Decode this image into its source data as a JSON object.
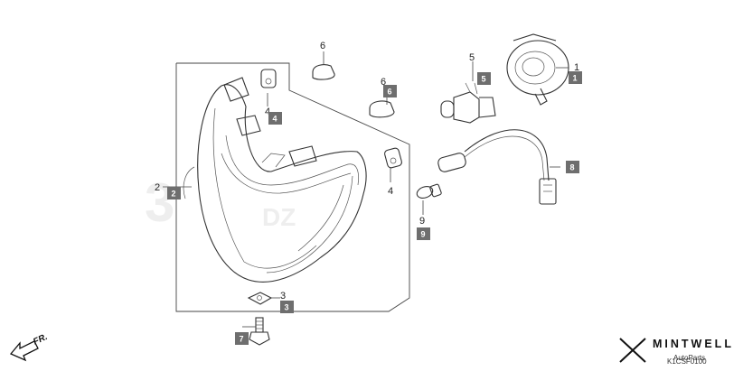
{
  "callouts": [
    {
      "num": "1",
      "badge": "1"
    },
    {
      "num": "2",
      "badge": "2"
    },
    {
      "num": "3",
      "badge": "3"
    },
    {
      "num": "4",
      "badge": "4"
    },
    {
      "num": "4",
      "badge": ""
    },
    {
      "num": "5",
      "badge": "5"
    },
    {
      "num": "6",
      "badge": ""
    },
    {
      "num": "6",
      "badge": "6"
    },
    {
      "num": "7",
      "badge": "7"
    },
    {
      "num": "8",
      "badge": "8"
    },
    {
      "num": "9",
      "badge": "9"
    }
  ],
  "front_marker": "FR.",
  "diagram_code": "K1CSF0100",
  "brand": {
    "name": "MINTWELL",
    "sub": "AutoParts"
  },
  "colors": {
    "badge": "#6e6e6e",
    "line": "#333333",
    "watermark": "#d0d0d0"
  }
}
